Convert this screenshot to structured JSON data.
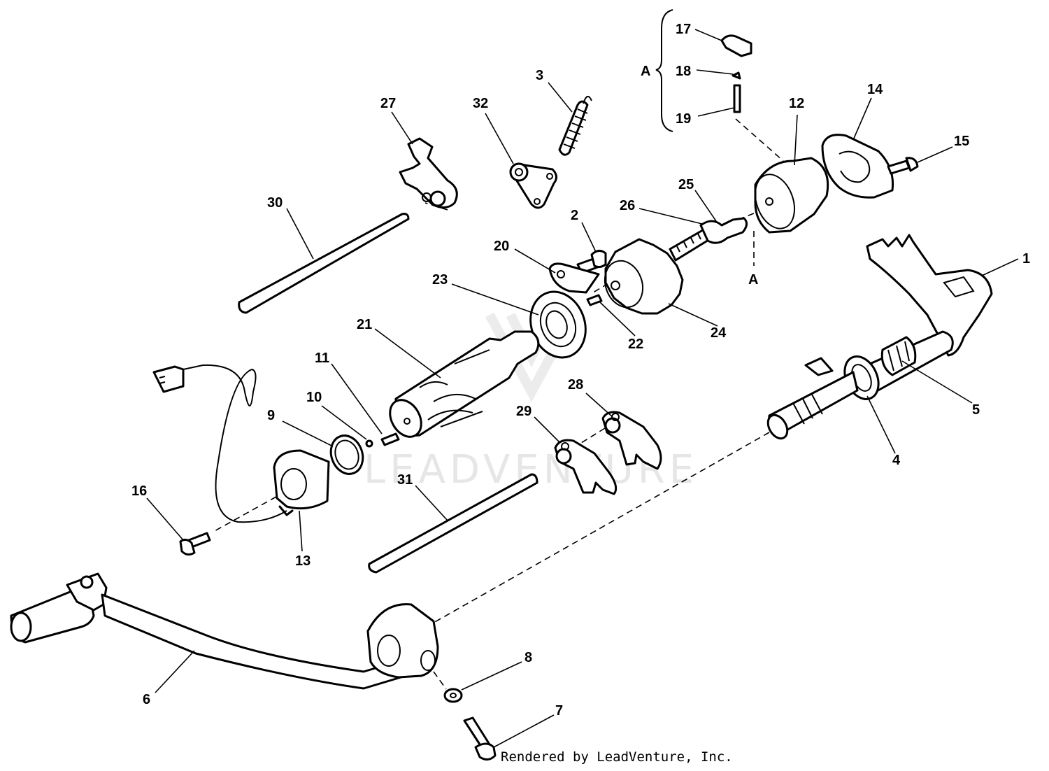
{
  "diagram": {
    "watermark": "LEADVENTURE",
    "footer": "Rendered by LeadVenture, Inc.",
    "group_label": "A",
    "section_marker": "A",
    "callouts": [
      "1",
      "2",
      "3",
      "4",
      "5",
      "6",
      "7",
      "8",
      "9",
      "10",
      "11",
      "12",
      "13",
      "14",
      "15",
      "16",
      "17",
      "18",
      "19",
      "20",
      "21",
      "22",
      "23",
      "24",
      "25",
      "26",
      "27",
      "28",
      "29",
      "30",
      "31",
      "32"
    ]
  }
}
